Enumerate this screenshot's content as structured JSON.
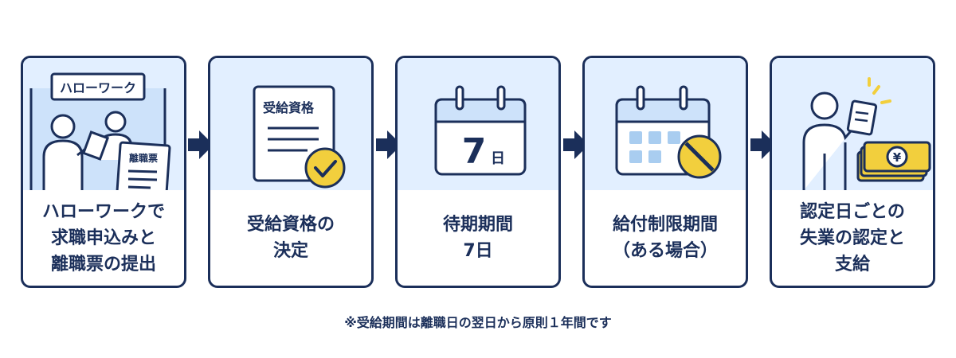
{
  "steps": [
    {
      "label": "ハローワークで\n求職申込みと\n離職票の提出",
      "icon": "hello-work-office-icon",
      "sign_text": "ハローワーク",
      "document_text": "離職票"
    },
    {
      "label": "受給資格の\n決定",
      "icon": "certified-document-icon",
      "document_text": "受給資格"
    },
    {
      "label": "待期期間\n7日",
      "icon": "calendar-icon",
      "calendar_number": "7",
      "calendar_unit": "日"
    },
    {
      "label": "給付制限期間\n（ある場合）",
      "icon": "calendar-restricted-icon"
    },
    {
      "label": "認定日ごとの\n失業の認定と\n支給",
      "icon": "person-cash-icon",
      "currency_symbol": "¥"
    }
  ],
  "footnote": "※受給期間は離職日の翌日から原則１年間です",
  "colors": {
    "navy": "#1b2f5a",
    "light_blue": "#e2efff",
    "accent_yellow": "#f2cf3d",
    "cell_blue": "#a9cdf0"
  }
}
